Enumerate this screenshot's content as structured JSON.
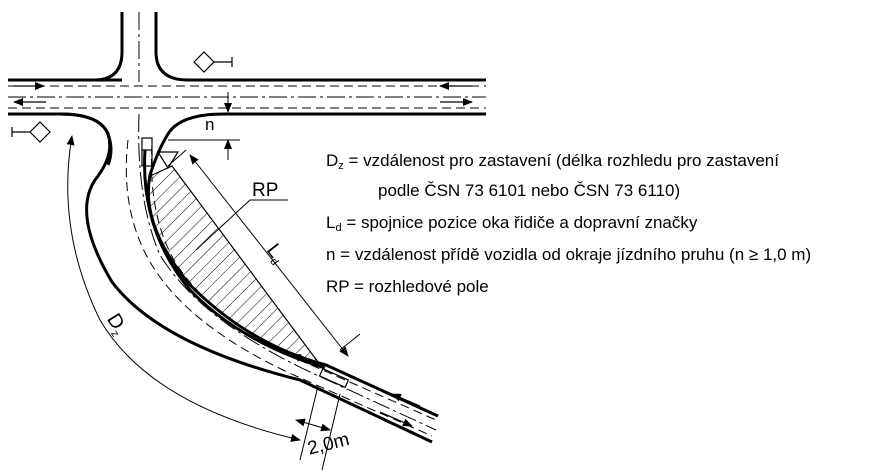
{
  "labels": {
    "rp": "RP",
    "ld_main": "L",
    "ld_sub": "d",
    "dz_main": "D",
    "dz_sub": "z",
    "n": "n",
    "width": "2,0m"
  },
  "legend": {
    "dz_main": "D",
    "dz_sub": "z",
    "dz_text": " = vzdálenost pro zastavení (délka rozhledu pro zastavení",
    "dz_text2": "podle ČSN 73 6101 nebo ČSN 73 6110)",
    "ld_main": "L",
    "ld_sub": "d",
    "ld_text": " = spojnice pozice oka řidiče a dopravní  značky",
    "n_text": "n = vzdálenost přídě vozidla od okraje jízdního pruhu (n ≥ 1,0 m)",
    "rp_text": "RP = rozhledové pole"
  }
}
